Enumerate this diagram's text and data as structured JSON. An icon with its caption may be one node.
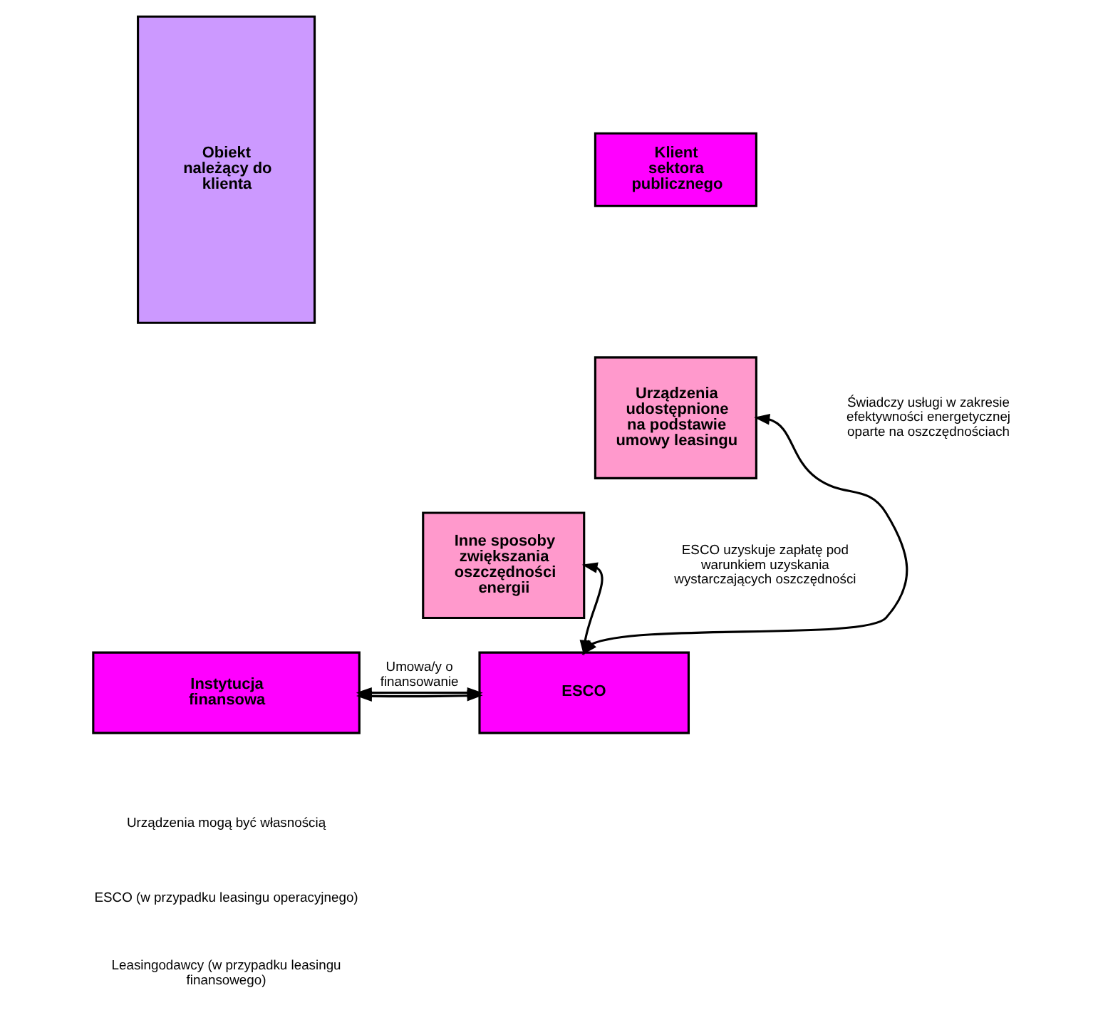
{
  "diagram": {
    "nodes": [
      {
        "text": [
          "Obiekt należący do klienta"
        ]
      },
      {
        "text": [
          "Klient sektora publicznego"
        ]
      },
      {
        "text": [
          "Urządzenia udostępnione na podstawie umowy leasingu"
        ]
      },
      {
        "text": [
          "Inne sposoby zwiększania oszczędności energii"
        ]
      },
      {
        "text": [
          "Instytucja finansowa"
        ]
      },
      {
        "text": [
          "ESCO"
        ]
      }
    ],
    "edges": [
      {
        "from": 5,
        "to": 2,
        "arrow": "both"
      },
      {
        "from": 5,
        "to": 3,
        "arrow": "both"
      },
      {
        "from": 4,
        "to": 5,
        "arrow": "both",
        "label": "Umowa/y o finansowanie"
      },
      {
        "from": 4,
        "to": 5,
        "arrow": "both"
      }
    ],
    "labels": [
      "Świadczy usługi w zakresie efektywności energetycznej oparte na oszczędnościach",
      "ESCO uzyskuje zapłatę pod warunkiem uzyskania wystarczających oszczędności",
      "Urządzenia mogą być własnością",
      "ESCO (w przypadku leasingu operacyjnego)",
      "Leasingodawcy (w przypadku leasingu finansowego)"
    ]
  }
}
